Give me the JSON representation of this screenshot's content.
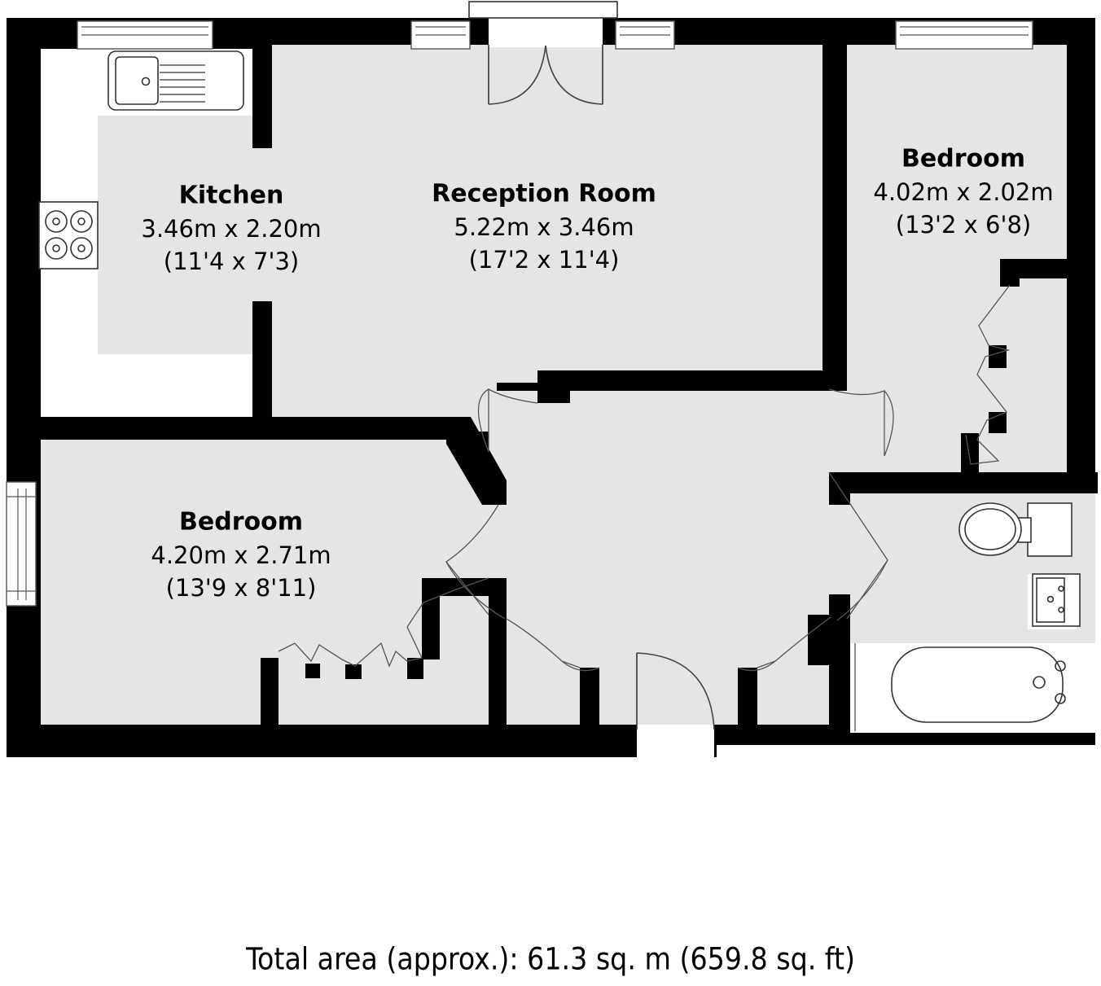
{
  "document": {
    "type": "floor-plan",
    "title": "Residential Apartment Floor Plan"
  },
  "rooms": [
    {
      "id": "kitchen",
      "name": "Kitchen",
      "dim_metric": "3.46m x 2.20m",
      "dim_imperial": "(11'4 x 7'3)"
    },
    {
      "id": "reception-room",
      "name": "Reception Room",
      "dim_metric": "5.22m x 3.46m",
      "dim_imperial": "(17'2 x 11'4)"
    },
    {
      "id": "bedroom-top-right",
      "name": "Bedroom",
      "dim_metric": "4.02m x 2.02m",
      "dim_imperial": "(13'2 x 6'8)"
    },
    {
      "id": "bedroom-lower-left",
      "name": "Bedroom",
      "dim_metric": "4.20m x 2.71m",
      "dim_imperial": "(13'9 x 8'11)"
    }
  ],
  "footer": {
    "total_area": "Total area (approx.): 61.3 sq. m (659.8 sq. ft)"
  },
  "fixtures": [
    {
      "id": "kitchen-sink",
      "label": "sink-with-drainer"
    },
    {
      "id": "kitchen-hob",
      "label": "four-burner-hob"
    },
    {
      "id": "bathroom-toilet",
      "label": "toilet"
    },
    {
      "id": "bathroom-basin",
      "label": "wash-basin"
    },
    {
      "id": "bathroom-bath",
      "label": "bathtub"
    }
  ],
  "openings": [
    {
      "id": "window-top-left",
      "label": "window"
    },
    {
      "id": "window-top-mid-left",
      "label": "window"
    },
    {
      "id": "window-top-mid-right",
      "label": "window"
    },
    {
      "id": "window-top-right",
      "label": "window"
    },
    {
      "id": "window-left",
      "label": "window"
    },
    {
      "id": "french-doors-top",
      "label": "french-doors"
    },
    {
      "id": "entry-door-bottom",
      "label": "entry-door"
    },
    {
      "id": "bifold-wardrobe-bedroom-left",
      "label": "bifold-doors"
    },
    {
      "id": "bifold-wardrobe-bedroom-right",
      "label": "bifold-doors"
    }
  ],
  "colors": {
    "wall": "#000000",
    "floor": "#e5e5e5",
    "background": "#ffffff",
    "fixture_stroke": "#333333"
  }
}
